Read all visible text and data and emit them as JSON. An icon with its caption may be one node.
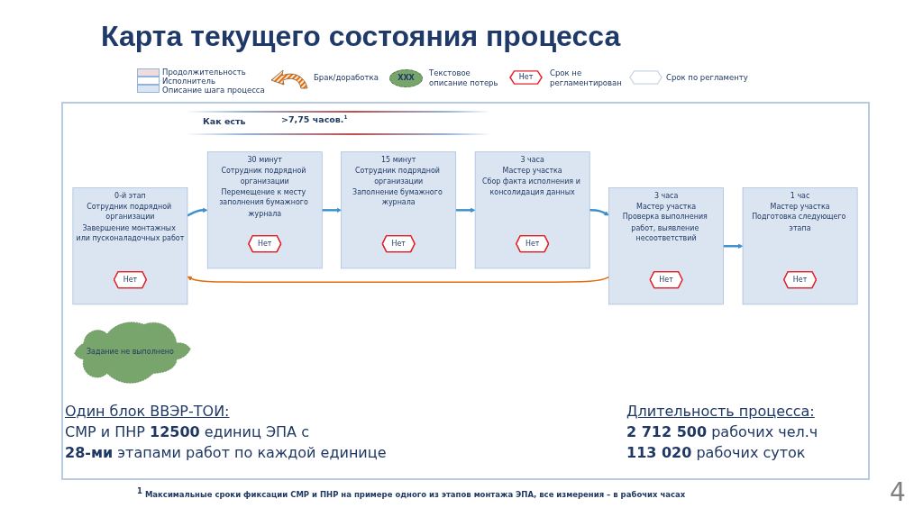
{
  "diagram": {
    "title": "Карта текущего состояния процесса",
    "nodes": [
      {
        "text": [
          "Задание не выполнено"
        ]
      },
      {
        "text": [
          "0-й этап",
          "Сотрудник подрядной организации",
          "Завершение монтажных или пусконаладочных работ"
        ]
      },
      {
        "text": [
          "Нет"
        ],
        "in": 1
      },
      {
        "text": [
          "30 минут",
          "Сотрудник подрядной организации",
          "Перемещение к месту заполнения бумажного журнала"
        ]
      },
      {
        "text": [
          "Нет"
        ],
        "in": 3
      },
      {
        "text": [
          "15 минут",
          "Сотрудник подрядной организации",
          "Заполнение бумажного журнала"
        ]
      },
      {
        "text": [
          "Нет"
        ],
        "in": 5
      },
      {
        "text": [
          "3 часа",
          "Мастер участка",
          "Сбор факта исполнения и консолидация данных"
        ]
      },
      {
        "text": [
          "Нет"
        ],
        "in": 7
      },
      {
        "text": [
          "3 часа",
          "Мастер участка",
          "Проверка выполнения работ, выявление несоответствий"
        ]
      },
      {
        "text": [
          "Нет"
        ],
        "in": 9
      },
      {
        "text": [
          "1 час",
          "Мастер участка",
          "Подготовка следующего этапа"
        ]
      },
      {
        "text": [
          "Нет"
        ],
        "in": 11
      }
    ],
    "edges": [
      {
        "from": 1,
        "to": 3,
        "arrow": "to"
      },
      {
        "from": 3,
        "to": 5,
        "arrow": "to"
      },
      {
        "from": 5,
        "to": 7,
        "arrow": "to"
      },
      {
        "from": 7,
        "to": 9,
        "arrow": "to"
      },
      {
        "from": 9,
        "to": 11,
        "arrow": "to"
      },
      {
        "from": 9,
        "to": 1,
        "arrow": "to",
        "color": "#e46c0a"
      }
    ],
    "labels": [
      "XXX",
      "Нет",
      "Как есть",
      ">7,75 часов.$^{1}$",
      "Один блок ВВЭР-ТОИ:",
      "СМР и ПНР **12500** единиц ЭПА с",
      "**28-ми** этапами работ по каждой единице",
      "Длительность процесса:",
      "**2 712 500** рабочих чел.ч",
      "**113 020** рабочих суток",
      "$^{1}$ Максимальные сроки фиксации СМР и ПНР на примере одного из этапов монтажа ЭПА, все измерения – в рабочих часах",
      "4"
    ],
    "legend": [
      {
        "text": "Продолжительность",
        "color": "#f2dcdb"
      },
      {
        "text": "Исполнитель",
        "color": "#ffffff"
      },
      {
        "text": "Описание шага процесса",
        "color": "#dbe5f1"
      },
      {
        "text": "Брак/доработка"
      },
      {
        "text": "Текстовое описание потерь"
      },
      {
        "text": "Срок не регламентирован"
      },
      {
        "text": "Срок по регламенту"
      }
    ]
  }
}
